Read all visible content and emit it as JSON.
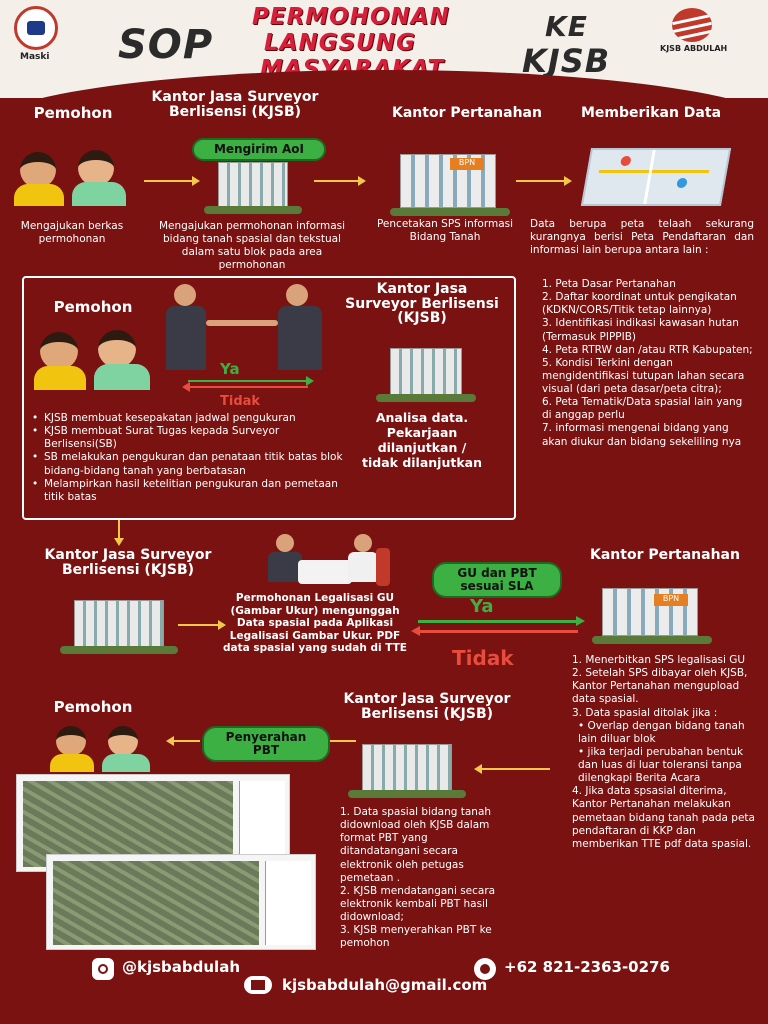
{
  "header": {
    "logo_left_label": "Maski",
    "title_sop": "SOP",
    "title_line1": "PERMOHONAN",
    "title_line2": "LANGSUNG",
    "title_line3": "MASYARAKAT",
    "title_ke": "KE",
    "title_kjsb": "KJSB",
    "logo_right_label": "KJSB ABDULAH"
  },
  "row1": {
    "pemohon_title": "Pemohon",
    "pemohon_desc": "Mengajukan berkas permohonan",
    "kjsb_title": "Kantor Jasa Surveyor Berlisensi (KJSB)",
    "kjsb_pill": "Mengirim AoI",
    "kjsb_desc": "Mengajukan permohonan informasi bidang tanah spasial dan tekstual dalam satu blok pada area permohonan",
    "pertanahan_title": "Kantor Pertanahan",
    "pertanahan_desc": "Pencetakan SPS informasi Bidang Tanah",
    "data_title": "Memberikan Data",
    "data_intro": "Data berupa peta telaah sekurang kurangnya berisi Peta Pendaftaran dan informasi lain berupa antara lain :",
    "data_list": [
      "1. Peta Dasar Pertanahan",
      "2. Daftar koordinat untuk pengikatan (KDKN/CORS/Titik tetap lainnya)",
      "3. Identifikasi indikasi kawasan hutan (Termasuk PIPPIB)",
      "4. Peta RTRW dan /atau RTR Kabupaten;",
      "5. Kondisi Terkini dengan mengidentifikasi tutupan lahan secara visual (dari peta dasar/peta citra);",
      "6. Peta Tematik/Data spasial lain yang di anggap perlu",
      "7. informasi mengenai bidang yang akan diukur dan bidang sekeliling nya"
    ]
  },
  "box": {
    "pemohon_title": "Pemohon",
    "kjsb_title": "Kantor Jasa Surveyor Berlisensi (KJSB)",
    "ya": "Ya",
    "tidak": "Tidak",
    "analisa": "Analisa data. Pekarjaan dilanjutkan / tidak dilanjutkan",
    "bullets": [
      "KJSB membuat kesepakatan jadwal pengukuran",
      "KJSB membuat Surat Tugas kepada Surveyor Berlisensi(SB)",
      "SB melakukan pengukuran dan penataan titik batas blok bidang-bidang tanah yang berbatasan",
      "Melampirkan hasil ketelitian pengukuran dan pemetaan titik batas"
    ]
  },
  "row3": {
    "kjsb_title": "Kantor Jasa Surveyor Berlisensi (KJSB)",
    "center_desc": "Permohonan Legalisasi GU (Gambar Ukur) mengunggah Data spasial pada Aplikasi Legalisasi Gambar Ukur. PDF data spasial yang sudah di TTE",
    "pill": "GU dan PBT sesuai SLA",
    "ya": "Ya",
    "tidak": "Tidak",
    "pertanahan_title": "Kantor Pertanahan",
    "pertanahan_list": [
      "1. Menerbitkan SPS legalisasi GU",
      "2. Setelah SPS dibayar oleh KJSB, Kantor Pertanahan mengupload data spasial.",
      "3. Data spasial ditolak jika :",
      "• Overlap dengan bidang tanah lain diluar blok",
      "• jika terjadi perubahan bentuk dan luas di luar toleransi tanpa dilengkapi Berita Acara",
      "4. Jika data spsasial diterima, Kantor Pertanahan melakukan pemetaan bidang tanah pada peta pendaftaran di KKP dan memberikan TTE pdf data spasial."
    ]
  },
  "row4": {
    "pemohon_title": "Pemohon",
    "pill": "Penyerahan PBT",
    "kjsb_title": "Kantor Jasa Surveyor Berlisensi (KJSB)",
    "kjsb_list": [
      "1. Data spasial bidang tanah didownload oleh KJSB dalam format PBT yang ditandatangani secara elektronik oleh petugas pemetaan .",
      "2. KJSB mendatangani secara elektronik kembali PBT hasil didownload;",
      "3. KJSB menyerahkan PBT ke pemohon"
    ]
  },
  "footer": {
    "instagram": "@kjsbabdulah",
    "whatsapp": "+62 821-2363-0276",
    "email": "kjsbabdulah@gmail.com"
  }
}
